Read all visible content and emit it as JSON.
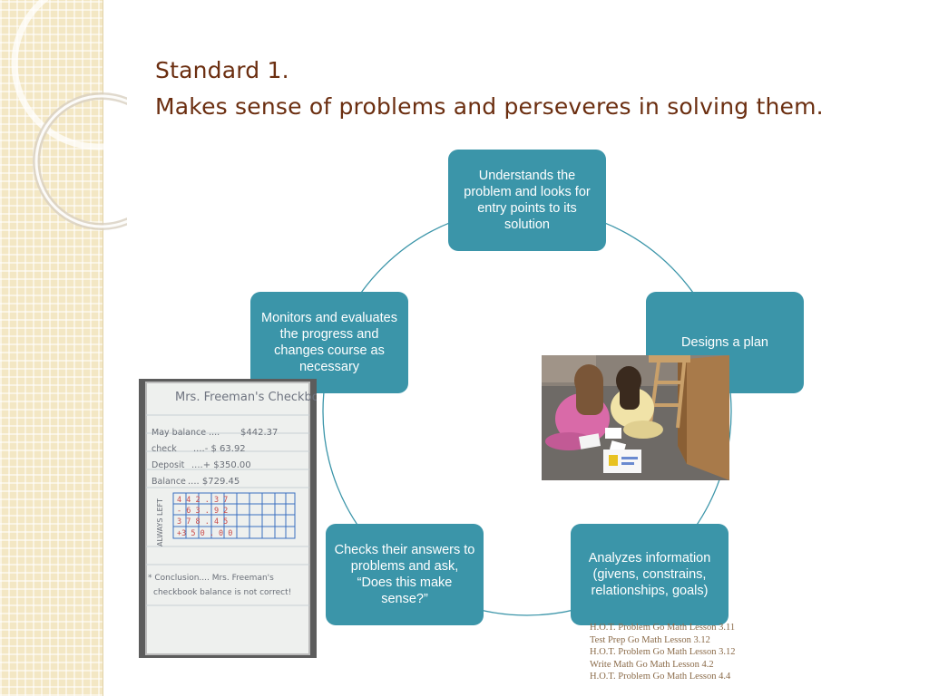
{
  "slide": {
    "title_line1": "Standard 1.",
    "title_line2": "Makes sense of problems and perseveres in solving them."
  },
  "cycle": {
    "nodes": [
      "Understands the problem and looks for entry points to its solution",
      "Designs a plan",
      "Analyzes information (givens, constrains, relationships, goals)",
      "Checks their answers to problems and ask, “Does this make sense?”",
      "Monitors and evaluates the progress and changes course as necessary"
    ]
  },
  "colors": {
    "node_fill": "#3b95a9",
    "cycle_line": "#3b95a9",
    "title": "#6b2e10",
    "references": "#8a6a48",
    "side_strip": "#f3e7c4"
  },
  "photo_checkbook": {
    "heading": "Mrs. Freeman's Checkbook",
    "rows": [
      {
        "label": "May balance ....",
        "value": "$442.37"
      },
      {
        "label": "check",
        "value": "....- $ 63.92"
      },
      {
        "label": "Deposit",
        "value": "....+ $350.00"
      },
      {
        "label": "Balance",
        "value": "....  $729.45"
      }
    ],
    "side_label": "ALWAYS LEFT",
    "conclusion_line1": "* Conclusion.... Mrs. Freeman's",
    "conclusion_line2": "checkbook balance is not correct!"
  },
  "references": [
    "H.O.T.  Problem Go Math Lesson 3.11",
    "Test Prep Go Math Lesson 3.12",
    "H.O.T.  Problem Go Math Lesson 3.12",
    "Write Math Go Math Lesson 4.2",
    "H.O.T. Problem Go Math Lesson 4.4"
  ]
}
